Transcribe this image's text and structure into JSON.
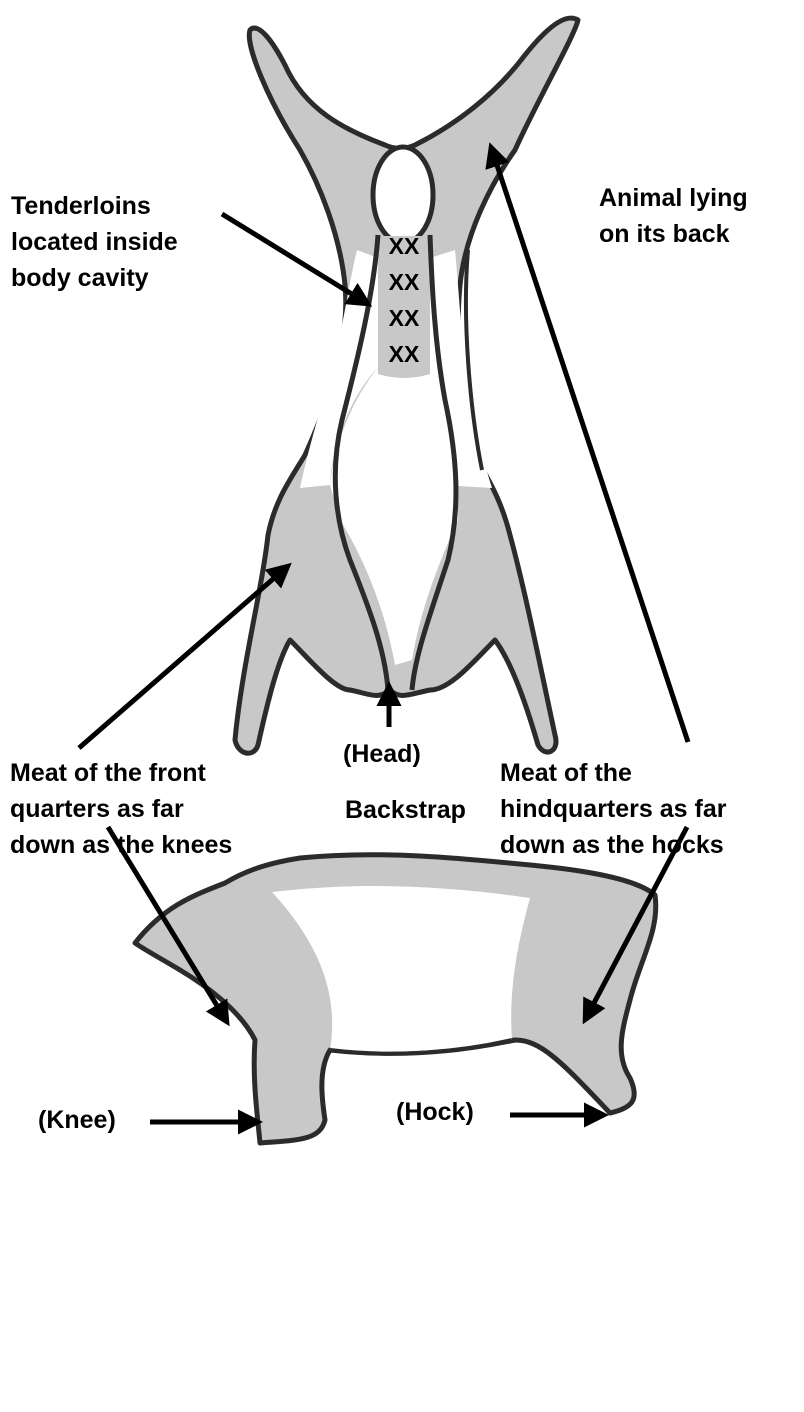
{
  "labels": {
    "tenderloins": "Tenderloins\nlocated inside\nbody cavity",
    "animal_position": "Animal lying\non its back",
    "tenderloin_marks": "XX\nXX\nXX\nXX",
    "head": "(Head)",
    "front_quarters": "Meat of the front\nquarters as far\ndown as the knees",
    "hindquarters": "Meat of the\nhindquarters as far\ndown as the hocks",
    "backstrap": "Backstrap",
    "knee": "(Knee)",
    "hock": "(Hock)"
  },
  "colors": {
    "meat_fill": "#c8c8c8",
    "outline": "#2b2b2b",
    "arrow": "#000000",
    "background": "#ffffff"
  }
}
